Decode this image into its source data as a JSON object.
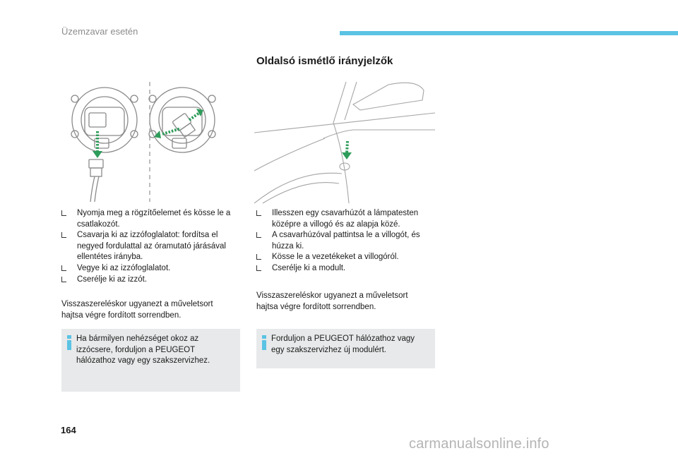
{
  "header": {
    "title": "Üzemzavar esetén"
  },
  "section_title": "Oldalsó ismétlő irányjelzők",
  "left_column": {
    "bullets": [
      "Nyomja meg a rögzítőelemet és kösse le a csatlakozót.",
      "Csavarja ki az izzófoglalatot: fordítsa el negyed fordulattal az óramutató járásával ellentétes irányba.",
      "Vegye ki az izzófoglalatot.",
      "Cserélje ki az izzót."
    ],
    "paragraph": "Visszaszereléskor ugyanezt a műveletsort hajtsa végre fordított sorrendben.",
    "note": "Ha bármilyen nehézséget okoz az izzócsere, forduljon a PEUGEOT hálózathoz vagy egy szakszervizhez."
  },
  "right_column": {
    "bullets": [
      "Illesszen egy csavarhúzót a lámpatesten középre a villogó és az alapja közé.",
      "A csavarhúzóval pattintsa le a villogót, és húzza ki.",
      "Kösse le a vezetékeket a villogóról.",
      "Cserélje ki a modult."
    ],
    "paragraph": "Visszaszereléskor ugyanezt a műveletsort hajtsa végre fordított sorrendben.",
    "note": "Forduljon a PEUGEOT hálózathoz vagy egy szakszervizhez új modulért."
  },
  "footer": {
    "page_number": "164",
    "watermark": "carmanualsonline.info"
  },
  "colors": {
    "accent_bar": "#5bc3e3",
    "arrow_green": "#2e9c5a",
    "note_background": "#e7e9ea",
    "info_icon": "#5bc3e3"
  },
  "icons": {
    "bullet": "bullet-marker-icon",
    "note": "info-icon"
  }
}
